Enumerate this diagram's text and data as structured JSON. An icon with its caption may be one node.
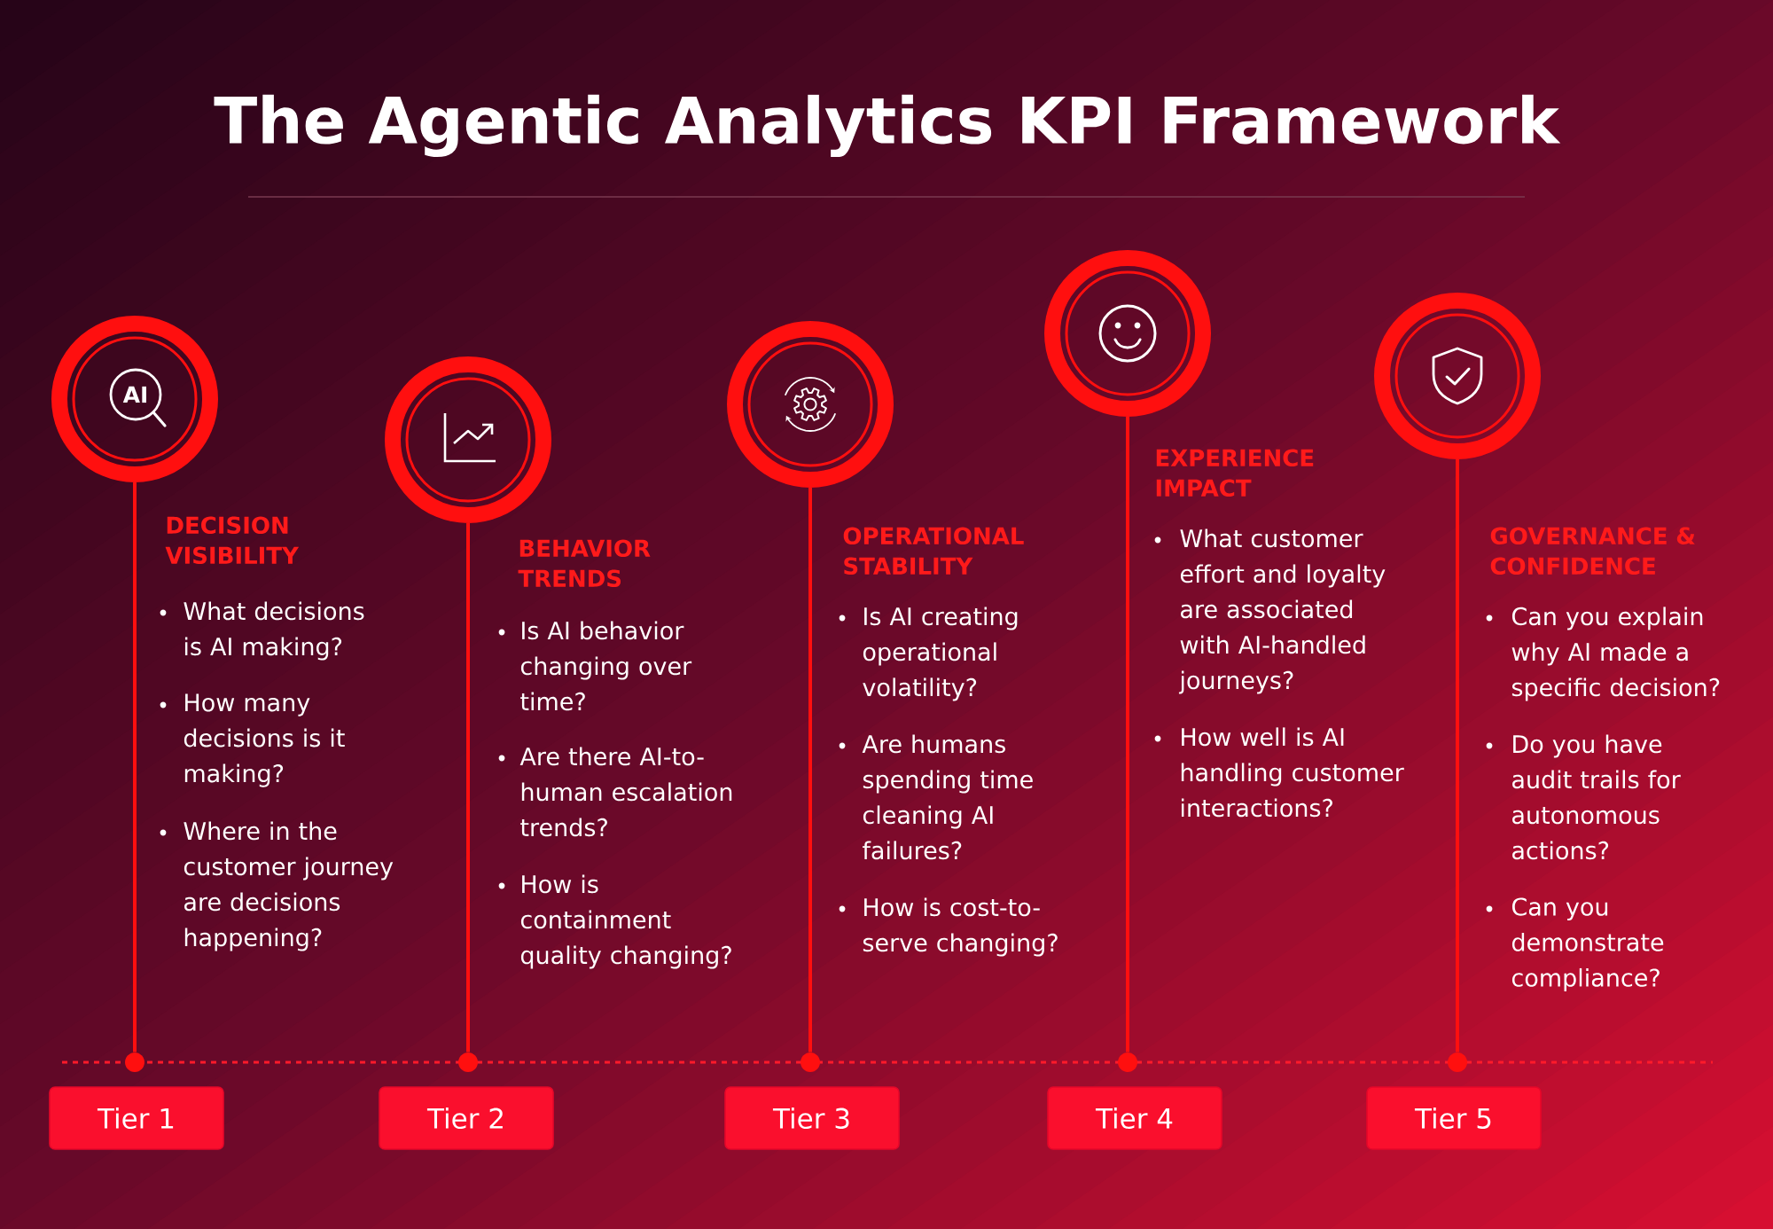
{
  "diagram": {
    "title": "The Agentic Analytics KPI Framework",
    "nodes": [
      {
        "text": [],
        "shape": "circle"
      },
      {
        "text": [],
        "shape": "circle"
      },
      {
        "text": [
          "Tier 1"
        ]
      },
      {
        "text": [],
        "shape": "circle"
      },
      {
        "text": [],
        "shape": "circle"
      },
      {
        "text": [
          "Tier 2"
        ]
      },
      {
        "text": [],
        "shape": "circle"
      },
      {
        "text": [],
        "shape": "circle"
      },
      {
        "text": [
          "Tier 3"
        ]
      },
      {
        "text": [],
        "shape": "circle"
      },
      {
        "text": [],
        "shape": "circle"
      },
      {
        "text": [
          "Tier 4"
        ]
      },
      {
        "text": [],
        "shape": "circle"
      },
      {
        "text": [],
        "shape": "circle"
      },
      {
        "text": [
          "Tier 5"
        ]
      }
    ],
    "edges": [
      {
        "from": 0,
        "to": 1,
        "arrow": "none"
      },
      {
        "from": 3,
        "to": 4,
        "arrow": "none"
      },
      {
        "from": 6,
        "to": 7,
        "arrow": "none"
      },
      {
        "from": 9,
        "to": 10,
        "arrow": "none"
      },
      {
        "from": 12,
        "to": 13,
        "arrow": "none"
      }
    ],
    "labels": [
      "AI",
      "DECISION VISIBILITY",
      "What decisions is AI making?",
      "How many decisions is it making?",
      "Where in the customer journey are decisions happening?",
      "BEHAVIOR TRENDS",
      "Is AI behavior changing over time?",
      "Are there AI-to-human escalation trends?",
      "How is containment quality changing?",
      "OPERATIONAL STABILITY",
      "Is AI creating operational volatility?",
      "Are humans spending time cleaning AI failures?",
      "How is cost-to-serve changing?",
      "EXPERIENCE IMPACT",
      "What customer effort and loyalty are associated with AI-handled journeys?",
      "How well is AI handling customer interactions?",
      "GOVERNANCE & CONFIDENCE",
      "Can you explain why AI made a specific decision?",
      "Do you have audit trails for autonomous actions?",
      "Can you demonstrate compliance?"
    ]
  }
}
